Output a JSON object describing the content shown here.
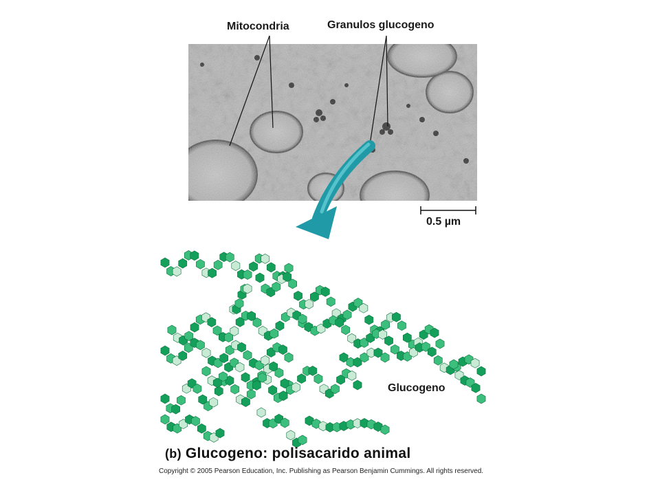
{
  "labels": {
    "mitochondria": "Mitocondria",
    "glycogen_granules": "Granulos glucogeno",
    "scale_bar": "0.5 µm",
    "molecule": "Glucogeno"
  },
  "caption": {
    "prefix": "(b)",
    "title": "Glucogeno: polisacarido animal"
  },
  "copyright": "Copyright © 2005 Pearson Education, Inc. Publishing as Pearson Benjamin Cummings. All rights reserved.",
  "colors": {
    "arrow": "#1f9aa6",
    "glucose_dark": "#14a05a",
    "glucose_mid": "#3cbf7d",
    "glucose_light": "#c9ebd6",
    "micrograph": "#b9b9b9"
  },
  "icons": {
    "arrow": "curved-arrow-icon",
    "glucose": "hexagon-glucose-icon"
  }
}
